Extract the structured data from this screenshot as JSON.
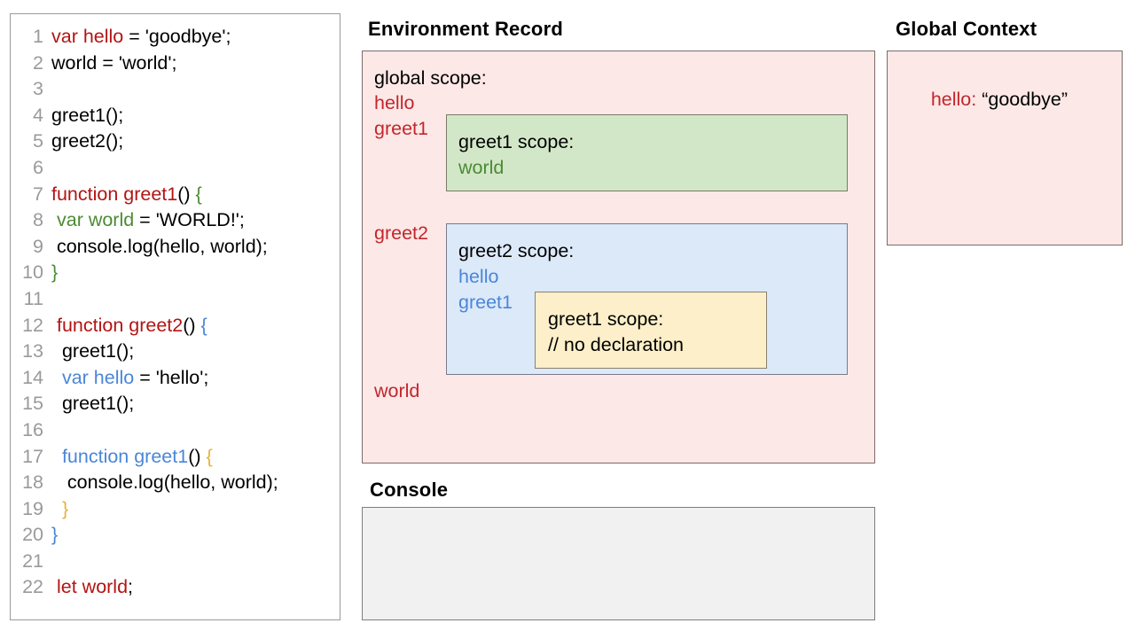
{
  "code_panel": {
    "lines": [
      {
        "n": "1",
        "tokens": [
          {
            "t": "var hello",
            "c": "red"
          },
          {
            "t": " = 'goodbye';",
            "c": "black"
          }
        ]
      },
      {
        "n": "2",
        "tokens": [
          {
            "t": "world = 'world';",
            "c": "black"
          }
        ]
      },
      {
        "n": "3",
        "tokens": [
          {
            "t": "",
            "c": "black"
          }
        ]
      },
      {
        "n": "4",
        "tokens": [
          {
            "t": "greet1();",
            "c": "black"
          }
        ]
      },
      {
        "n": "5",
        "tokens": [
          {
            "t": "greet2();",
            "c": "black"
          }
        ]
      },
      {
        "n": "6",
        "tokens": [
          {
            "t": "",
            "c": "black"
          }
        ]
      },
      {
        "n": "7",
        "tokens": [
          {
            "t": "function greet1",
            "c": "red"
          },
          {
            "t": "() ",
            "c": "black"
          },
          {
            "t": "{",
            "c": "green"
          }
        ]
      },
      {
        "n": "8",
        "tokens": [
          {
            "t": " ",
            "c": "black"
          },
          {
            "t": "var world",
            "c": "green"
          },
          {
            "t": " = 'WORLD!';",
            "c": "black"
          }
        ]
      },
      {
        "n": "9",
        "tokens": [
          {
            "t": " console.log(hello, world);",
            "c": "black"
          }
        ]
      },
      {
        "n": "10",
        "tokens": [
          {
            "t": "}",
            "c": "green"
          }
        ]
      },
      {
        "n": "11",
        "tokens": [
          {
            "t": "",
            "c": "black"
          }
        ]
      },
      {
        "n": "12",
        "tokens": [
          {
            "t": " ",
            "c": "black"
          },
          {
            "t": "function greet2",
            "c": "red"
          },
          {
            "t": "() ",
            "c": "black"
          },
          {
            "t": "{",
            "c": "blue"
          }
        ]
      },
      {
        "n": "13",
        "tokens": [
          {
            "t": "  greet1();",
            "c": "black"
          }
        ]
      },
      {
        "n": "14",
        "tokens": [
          {
            "t": "  ",
            "c": "black"
          },
          {
            "t": "var hello",
            "c": "blue"
          },
          {
            "t": " = 'hello';",
            "c": "black"
          }
        ]
      },
      {
        "n": "15",
        "tokens": [
          {
            "t": "  greet1();",
            "c": "black"
          }
        ]
      },
      {
        "n": "16",
        "tokens": [
          {
            "t": "",
            "c": "black"
          }
        ]
      },
      {
        "n": "17",
        "tokens": [
          {
            "t": "  ",
            "c": "black"
          },
          {
            "t": "function greet1",
            "c": "blue"
          },
          {
            "t": "() ",
            "c": "black"
          },
          {
            "t": "{",
            "c": "orange"
          }
        ]
      },
      {
        "n": "18",
        "tokens": [
          {
            "t": "   console.log(hello, world);",
            "c": "black"
          }
        ]
      },
      {
        "n": "19",
        "tokens": [
          {
            "t": "  ",
            "c": "black"
          },
          {
            "t": "}",
            "c": "orange"
          }
        ]
      },
      {
        "n": "20",
        "tokens": [
          {
            "t": "}",
            "c": "blue"
          }
        ]
      },
      {
        "n": "21",
        "tokens": [
          {
            "t": "",
            "c": "black"
          }
        ]
      },
      {
        "n": "22",
        "tokens": [
          {
            "t": " ",
            "c": "black"
          },
          {
            "t": "let world",
            "c": "red"
          },
          {
            "t": ";",
            "c": "black"
          }
        ]
      }
    ]
  },
  "environment_record": {
    "title": "Environment Record",
    "global_scope_label": "global scope:",
    "global_vars": [
      "hello",
      "greet1",
      "greet2",
      "world"
    ],
    "greet1_scope": {
      "label": "greet1 scope:",
      "vars": [
        "world"
      ]
    },
    "greet2_scope": {
      "label": "greet2 scope:",
      "vars": [
        "hello",
        "greet1"
      ],
      "inner_greet1_scope": {
        "label": "greet1 scope:",
        "note": "// no declaration"
      }
    }
  },
  "global_context": {
    "title": "Global Context",
    "entry_key": "hello:",
    "entry_value": "“goodbye”"
  },
  "console": {
    "title": "Console",
    "output": ""
  },
  "colors": {
    "red": "#c1272d",
    "green": "#4c8b33",
    "blue": "#4a86d8",
    "orange": "#e7b13b",
    "pink_panel": "#fce8e6",
    "green_panel": "#d2e7c8",
    "blue_panel": "#dce9f9",
    "yellow_panel": "#fcefc9",
    "console_panel": "#f1f1f1",
    "gutter": "#9a9a9a"
  }
}
